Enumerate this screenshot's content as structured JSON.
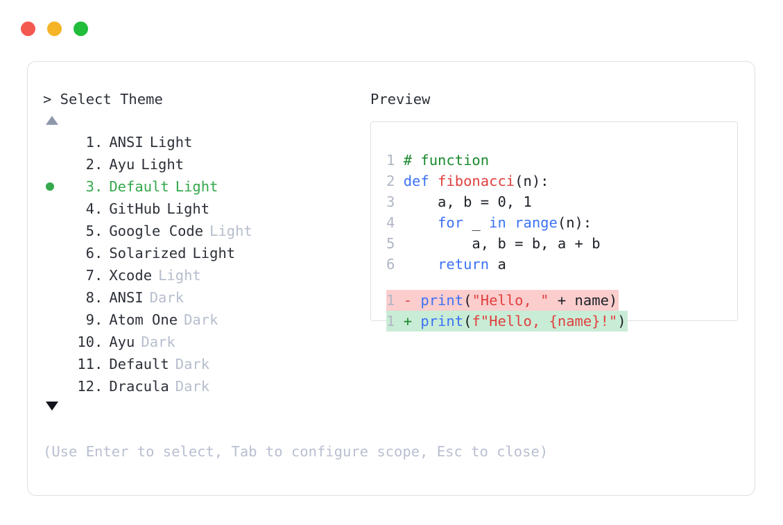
{
  "window": {
    "traffic_lights": [
      {
        "name": "close-button",
        "color": "#f4594f"
      },
      {
        "name": "minimize-button",
        "color": "#f5b425"
      },
      {
        "name": "maximize-button",
        "color": "#21bd3b"
      }
    ]
  },
  "left_panel": {
    "heading": "> Select Theme",
    "scroll_up_icon": "triangle-up-icon",
    "scroll_down_icon": "triangle-down-icon",
    "selected_index": 3,
    "selected_bullet_color": "#35a84c",
    "items": [
      {
        "num": " 1",
        "dot": ".",
        "name": "ANSI",
        "variant": "Light",
        "variant_dim": false,
        "selected": false
      },
      {
        "num": " 2",
        "dot": ".",
        "name": "Ayu",
        "variant": "Light",
        "variant_dim": false,
        "selected": false
      },
      {
        "num": " 3",
        "dot": ".",
        "name": "Default",
        "variant": "Light",
        "variant_dim": false,
        "selected": true
      },
      {
        "num": " 4",
        "dot": ".",
        "name": "GitHub",
        "variant": "Light",
        "variant_dim": false,
        "selected": false
      },
      {
        "num": " 5",
        "dot": ".",
        "name": "Google Code",
        "variant": "Light",
        "variant_dim": true,
        "selected": false
      },
      {
        "num": " 6",
        "dot": ".",
        "name": "Solarized",
        "variant": "Light",
        "variant_dim": false,
        "selected": false
      },
      {
        "num": " 7",
        "dot": ".",
        "name": "Xcode",
        "variant": "Light",
        "variant_dim": true,
        "selected": false
      },
      {
        "num": " 8",
        "dot": ".",
        "name": "ANSI",
        "variant": "Dark",
        "variant_dim": true,
        "selected": false
      },
      {
        "num": " 9",
        "dot": ".",
        "name": "Atom One",
        "variant": "Dark",
        "variant_dim": true,
        "selected": false
      },
      {
        "num": "10",
        "dot": ".",
        "name": "Ayu",
        "variant": "Dark",
        "variant_dim": true,
        "selected": false
      },
      {
        "num": "11",
        "dot": ".",
        "name": "Default",
        "variant": "Dark",
        "variant_dim": true,
        "selected": false
      },
      {
        "num": "12",
        "dot": ".",
        "name": "Dracula",
        "variant": "Dark",
        "variant_dim": true,
        "selected": false
      }
    ]
  },
  "hint": "(Use Enter to select, Tab to configure scope, Esc to close)",
  "preview": {
    "heading": "Preview",
    "code_lines": [
      {
        "ln": "1",
        "tokens": [
          {
            "t": "# function",
            "c": "comment"
          }
        ]
      },
      {
        "ln": "2",
        "tokens": [
          {
            "t": "def ",
            "c": "kw"
          },
          {
            "t": "fibonacci",
            "c": "fn"
          },
          {
            "t": "(n):",
            "c": "plain"
          }
        ]
      },
      {
        "ln": "3",
        "tokens": [
          {
            "t": "    a, b = ",
            "c": "plain"
          },
          {
            "t": "0",
            "c": "num"
          },
          {
            "t": ", ",
            "c": "plain"
          },
          {
            "t": "1",
            "c": "num"
          }
        ]
      },
      {
        "ln": "4",
        "tokens": [
          {
            "t": "    ",
            "c": "plain"
          },
          {
            "t": "for ",
            "c": "kw"
          },
          {
            "t": "_ ",
            "c": "plain"
          },
          {
            "t": "in ",
            "c": "kw"
          },
          {
            "t": "range",
            "c": "kw"
          },
          {
            "t": "(n):",
            "c": "plain"
          }
        ]
      },
      {
        "ln": "5",
        "tokens": [
          {
            "t": "        a, b = b, a + b",
            "c": "plain"
          }
        ]
      },
      {
        "ln": "6",
        "tokens": [
          {
            "t": "    ",
            "c": "plain"
          },
          {
            "t": "return",
            "c": "kw"
          },
          {
            "t": " a",
            "c": "plain"
          }
        ]
      }
    ],
    "diff_lines": [
      {
        "ln": "1",
        "marker": "-",
        "kind": "del",
        "bg": "#fbcdcd",
        "tokens": [
          {
            "t": "print",
            "c": "kw"
          },
          {
            "t": "(",
            "c": "plain"
          },
          {
            "t": "\"Hello, \"",
            "c": "str"
          },
          {
            "t": " + name)",
            "c": "plain"
          }
        ]
      },
      {
        "ln": "1",
        "marker": "+",
        "kind": "add",
        "bg": "#c9ecd6",
        "tokens": [
          {
            "t": "print",
            "c": "kw"
          },
          {
            "t": "(",
            "c": "plain"
          },
          {
            "t": "f\"Hello, {name}!\"",
            "c": "str"
          },
          {
            "t": ")",
            "c": "plain"
          }
        ]
      }
    ]
  }
}
